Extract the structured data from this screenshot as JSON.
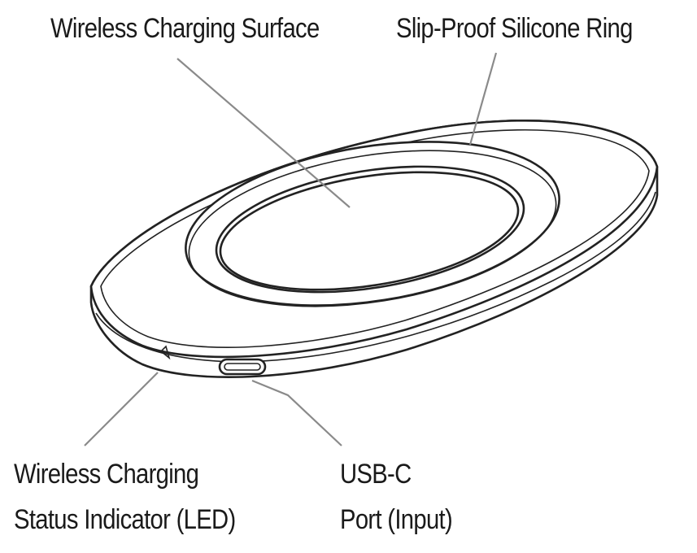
{
  "labels": {
    "charging_surface": "Wireless Charging Surface",
    "silicone_ring": "Slip-Proof Silicone Ring",
    "led_line1": "Wireless Charging",
    "led_line2": "Status Indicator (LED)",
    "usb_line1": "USB-C",
    "usb_line2": "Port (Input)"
  },
  "colors": {
    "outline": "#222222",
    "leader": "#8a8a8a",
    "background": "#ffffff"
  }
}
